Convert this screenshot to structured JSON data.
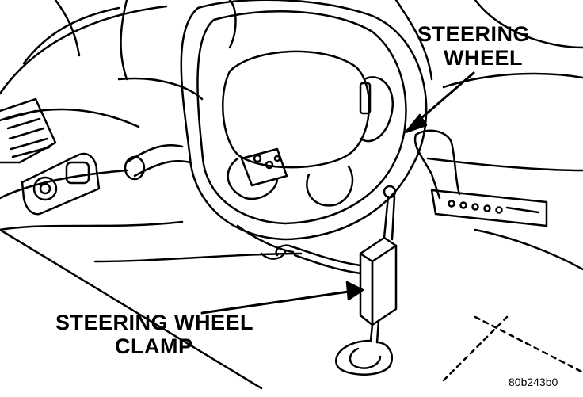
{
  "labels": {
    "steering_wheel_line1": "STEERING",
    "steering_wheel_line2": "WHEEL",
    "clamp_line1": "STEERING WHEEL",
    "clamp_line2": "CLAMP"
  },
  "figure_code": "80b243b0",
  "colors": {
    "ink": "#000000",
    "paper": "#ffffff"
  }
}
